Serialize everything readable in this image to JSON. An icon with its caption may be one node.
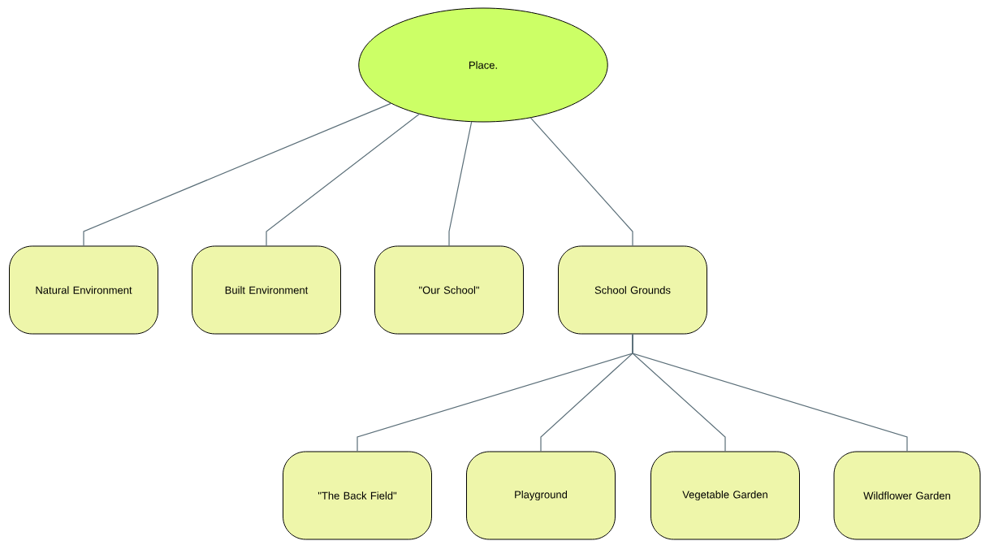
{
  "diagram": {
    "nodes": [
      {
        "text": [
          "Place."
        ]
      },
      {
        "text": [
          "Natural Environment"
        ]
      },
      {
        "text": [
          "Built Environment"
        ]
      },
      {
        "text": [
          "\"Our School\""
        ]
      },
      {
        "text": [
          "School Grounds"
        ]
      },
      {
        "text": [
          "\"The Back Field\""
        ]
      },
      {
        "text": [
          "Playground"
        ]
      },
      {
        "text": [
          "Vegetable Garden"
        ]
      },
      {
        "text": [
          "Wildflower Garden"
        ]
      }
    ],
    "edges": [
      {
        "from": 0,
        "to": 1,
        "arrow": "none"
      },
      {
        "from": 0,
        "to": 2,
        "arrow": "none"
      },
      {
        "from": 0,
        "to": 3,
        "arrow": "none"
      },
      {
        "from": 0,
        "to": 4,
        "arrow": "none"
      },
      {
        "from": 4,
        "to": 5,
        "arrow": "none"
      },
      {
        "from": 4,
        "to": 6,
        "arrow": "none"
      },
      {
        "from": 4,
        "to": 7,
        "arrow": "none"
      },
      {
        "from": 4,
        "to": 8,
        "arrow": "none"
      }
    ]
  }
}
